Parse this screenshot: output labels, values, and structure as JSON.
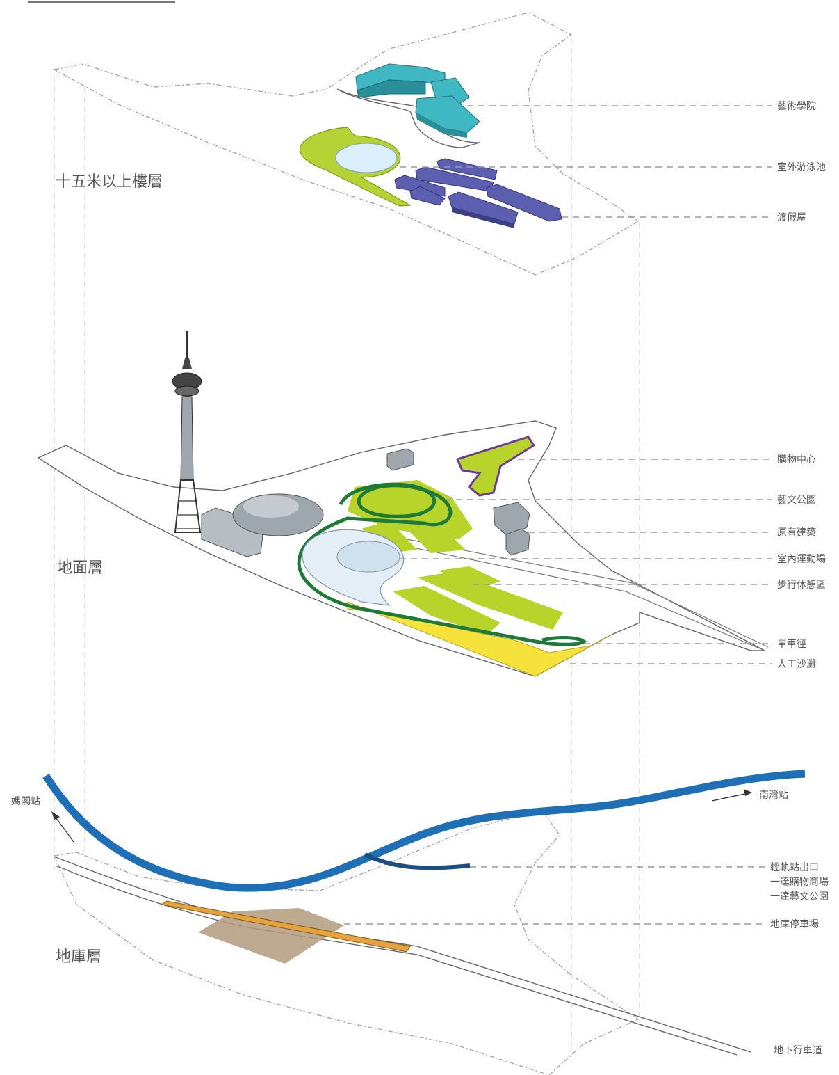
{
  "layers": {
    "upper": "十五米以上樓層",
    "ground": "地面層",
    "basement": "地庫層"
  },
  "callouts": {
    "art_academy": "藝術學院",
    "outdoor_pool": "室外游泳池",
    "resort_houses": "渡假屋",
    "shopping_center": "購物中心",
    "art_park": "藝文公園",
    "existing_building": "原有建築",
    "indoor_sports": "室內運動場",
    "pedestrian_rest": "步行休憩區",
    "bike_path": "單車徑",
    "artificial_beach": "人工沙灘",
    "lrt_exit_1": "輕軌站出口",
    "lrt_exit_2": "一達購物商場",
    "lrt_exit_3": "一達藝文公園",
    "basement_parking": "地庫停車場",
    "underground_road": "地下行車道"
  },
  "stations": {
    "left": "媽閣站",
    "right": "南灣站"
  },
  "colors": {
    "art_academy": "#3fb8c4",
    "pool_ring": "#b5d334",
    "resort": "#5c5fb0",
    "shopping": "#8e5cb5",
    "park_green": "#1f7a3a",
    "lawn": "#b8d42a",
    "existing": "#9ea6ae",
    "sports": "#e3eef6",
    "beach": "#f5e23a",
    "rail": "#1f6fb6",
    "parking": "#b39a7e",
    "road_strip": "#e6a23c"
  }
}
